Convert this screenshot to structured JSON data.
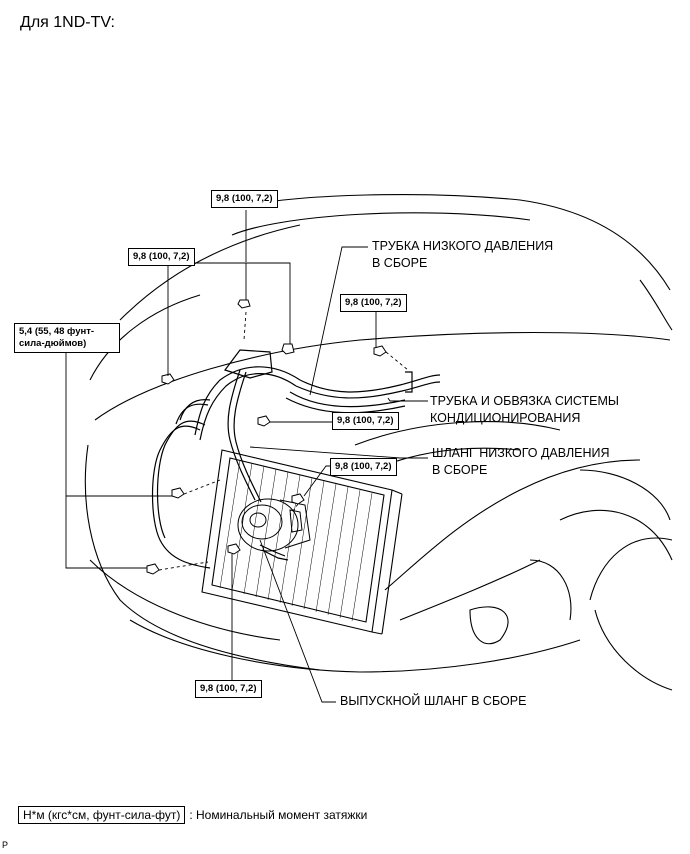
{
  "heading": "Для 1ND-TV:",
  "torque": {
    "t1": "9,8 (100, 7,2)",
    "t2": "9,8 (100, 7,2)",
    "t3": "5,4 (55, 48 фунт-сила-дюймов)",
    "t4": "9,8 (100, 7,2)",
    "t5": "9,8 (100, 7,2)",
    "t6": "9,8 (100, 7,2)",
    "t7": "9,8 (100, 7,2)"
  },
  "labels": {
    "low_pressure_tube_l1": "ТРУБКА НИЗКОГО ДАВЛЕНИЯ",
    "low_pressure_tube_l2": "В СБОРЕ",
    "ac_tube_l1": "ТРУБКА И ОБВЯЗКА СИСТЕМЫ",
    "ac_tube_l2": "КОНДИЦИОНИРОВАНИЯ",
    "low_pressure_hose_l1": "ШЛАНГ НИЗКОГО ДАВЛЕНИЯ",
    "low_pressure_hose_l2": "В СБОРЕ",
    "discharge_hose": "ВЫПУСКНОЙ ШЛАНГ В СБОРЕ"
  },
  "legend": {
    "unit": "Н*м (кгс*см, фунт-сила-фут)",
    "text": ": Номинальный момент затяжки"
  },
  "footer_mark": "P"
}
